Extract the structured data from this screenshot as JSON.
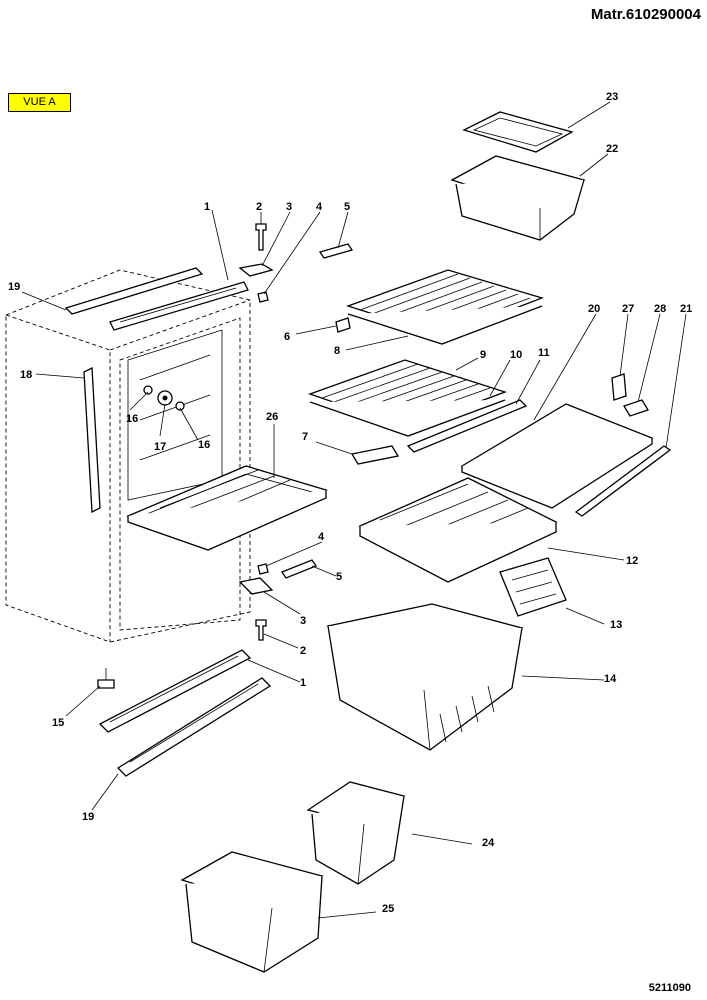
{
  "header": {
    "matricule": "Matr.610290004"
  },
  "view_label": "VUE A",
  "footer": {
    "drawing_code": "5211090"
  },
  "callouts": {
    "c1": "1",
    "c1b": "1",
    "c2": "2",
    "c2b": "2",
    "c3": "3",
    "c3b": "3",
    "c4": "4",
    "c4b": "4",
    "c5": "5",
    "c5b": "5",
    "c6": "6",
    "c7": "7",
    "c8": "8",
    "c9": "9",
    "c10": "10",
    "c11": "11",
    "c12": "12",
    "c13": "13",
    "c14": "14",
    "c15": "15",
    "c16": "16",
    "c16b": "16",
    "c17": "17",
    "c18": "18",
    "c19": "19",
    "c19b": "19",
    "c20": "20",
    "c21": "21",
    "c22": "22",
    "c23": "23",
    "c24": "24",
    "c25": "25",
    "c26": "26",
    "c27": "27",
    "c28": "28"
  }
}
